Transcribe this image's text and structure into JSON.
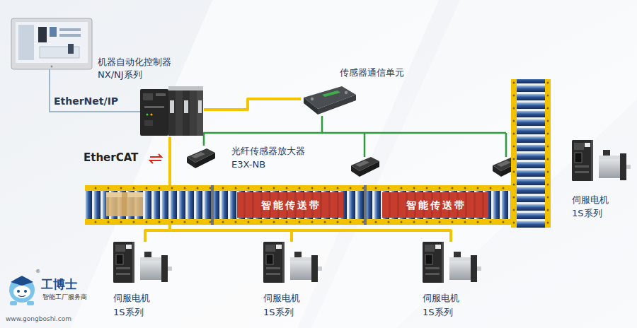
{
  "diagram": {
    "nodes": [
      {
        "text": [
          "机器自动化控制器",
          "NX/NJ系列"
        ]
      },
      {
        "text": [
          "传感器通信单元"
        ]
      },
      {
        "text": [
          "光纤传感器放大器",
          "E3X-NB"
        ]
      },
      {
        "text": [
          "智能传送带"
        ]
      },
      {
        "text": [
          "智能传送带"
        ]
      },
      {
        "text": [
          "伺服电机",
          "1S系列"
        ]
      },
      {
        "text": [
          "伺服电机",
          "1S系列"
        ]
      },
      {
        "text": [
          "伺服电机",
          "1S系列"
        ]
      },
      {
        "text": [
          "伺服电机",
          "1S系列"
        ]
      }
    ],
    "edges": [
      {
        "from": 0,
        "to": 1,
        "arrow": "none"
      },
      {
        "from": 1,
        "to": 2,
        "arrow": "none"
      },
      {
        "from": 0,
        "to": 6,
        "arrow": "none"
      },
      {
        "from": 0,
        "to": 7,
        "arrow": "none"
      },
      {
        "from": 0,
        "to": 8,
        "arrow": "none"
      }
    ],
    "labels": [
      "EtherNet/IP",
      "EtherCAT",
      "®",
      "工博士",
      "智能工厂服务商",
      "www.gongboshi.com"
    ]
  }
}
